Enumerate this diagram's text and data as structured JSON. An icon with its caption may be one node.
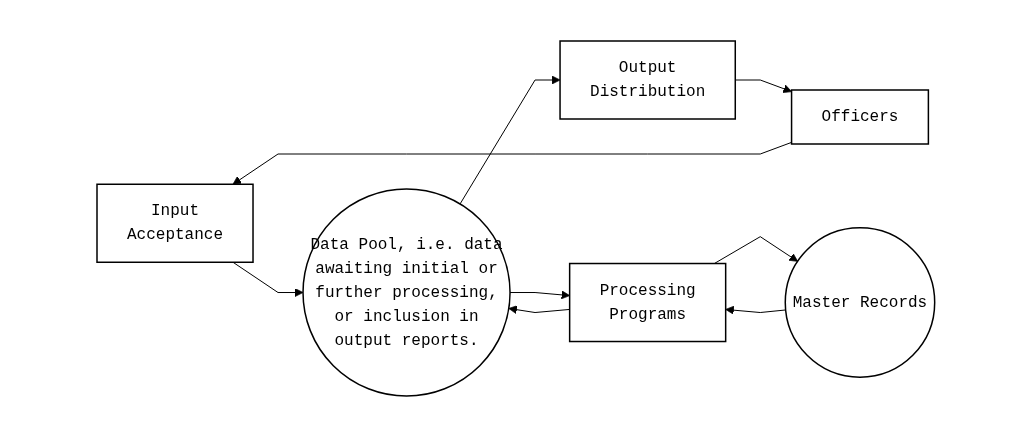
{
  "diagram": {
    "nodes": [
      {
        "text": [
          "Input Acceptance"
        ]
      },
      {
        "text": [
          "Data Pool, i.e. data awaiting initial or further processing, or inclusion in output reports."
        ]
      },
      {
        "text": [
          "Master Records"
        ]
      },
      {
        "text": [
          "Officers"
        ]
      },
      {
        "text": [
          "Output Distribution"
        ]
      },
      {
        "text": [
          "Processing Programs"
        ]
      }
    ],
    "edges": [
      {
        "from": 3,
        "to": 0,
        "arrow": "to"
      },
      {
        "from": 0,
        "to": 1,
        "arrow": "to"
      },
      {
        "from": 1,
        "to": 4,
        "arrow": "to"
      },
      {
        "from": 4,
        "to": 3,
        "arrow": "to"
      },
      {
        "from": 5,
        "to": 2,
        "arrow": "to"
      },
      {
        "from": 2,
        "to": 5,
        "arrow": "to"
      },
      {
        "from": 5,
        "to": 1,
        "arrow": "to"
      },
      {
        "from": 1,
        "to": 5,
        "arrow": "to"
      }
    ]
  }
}
